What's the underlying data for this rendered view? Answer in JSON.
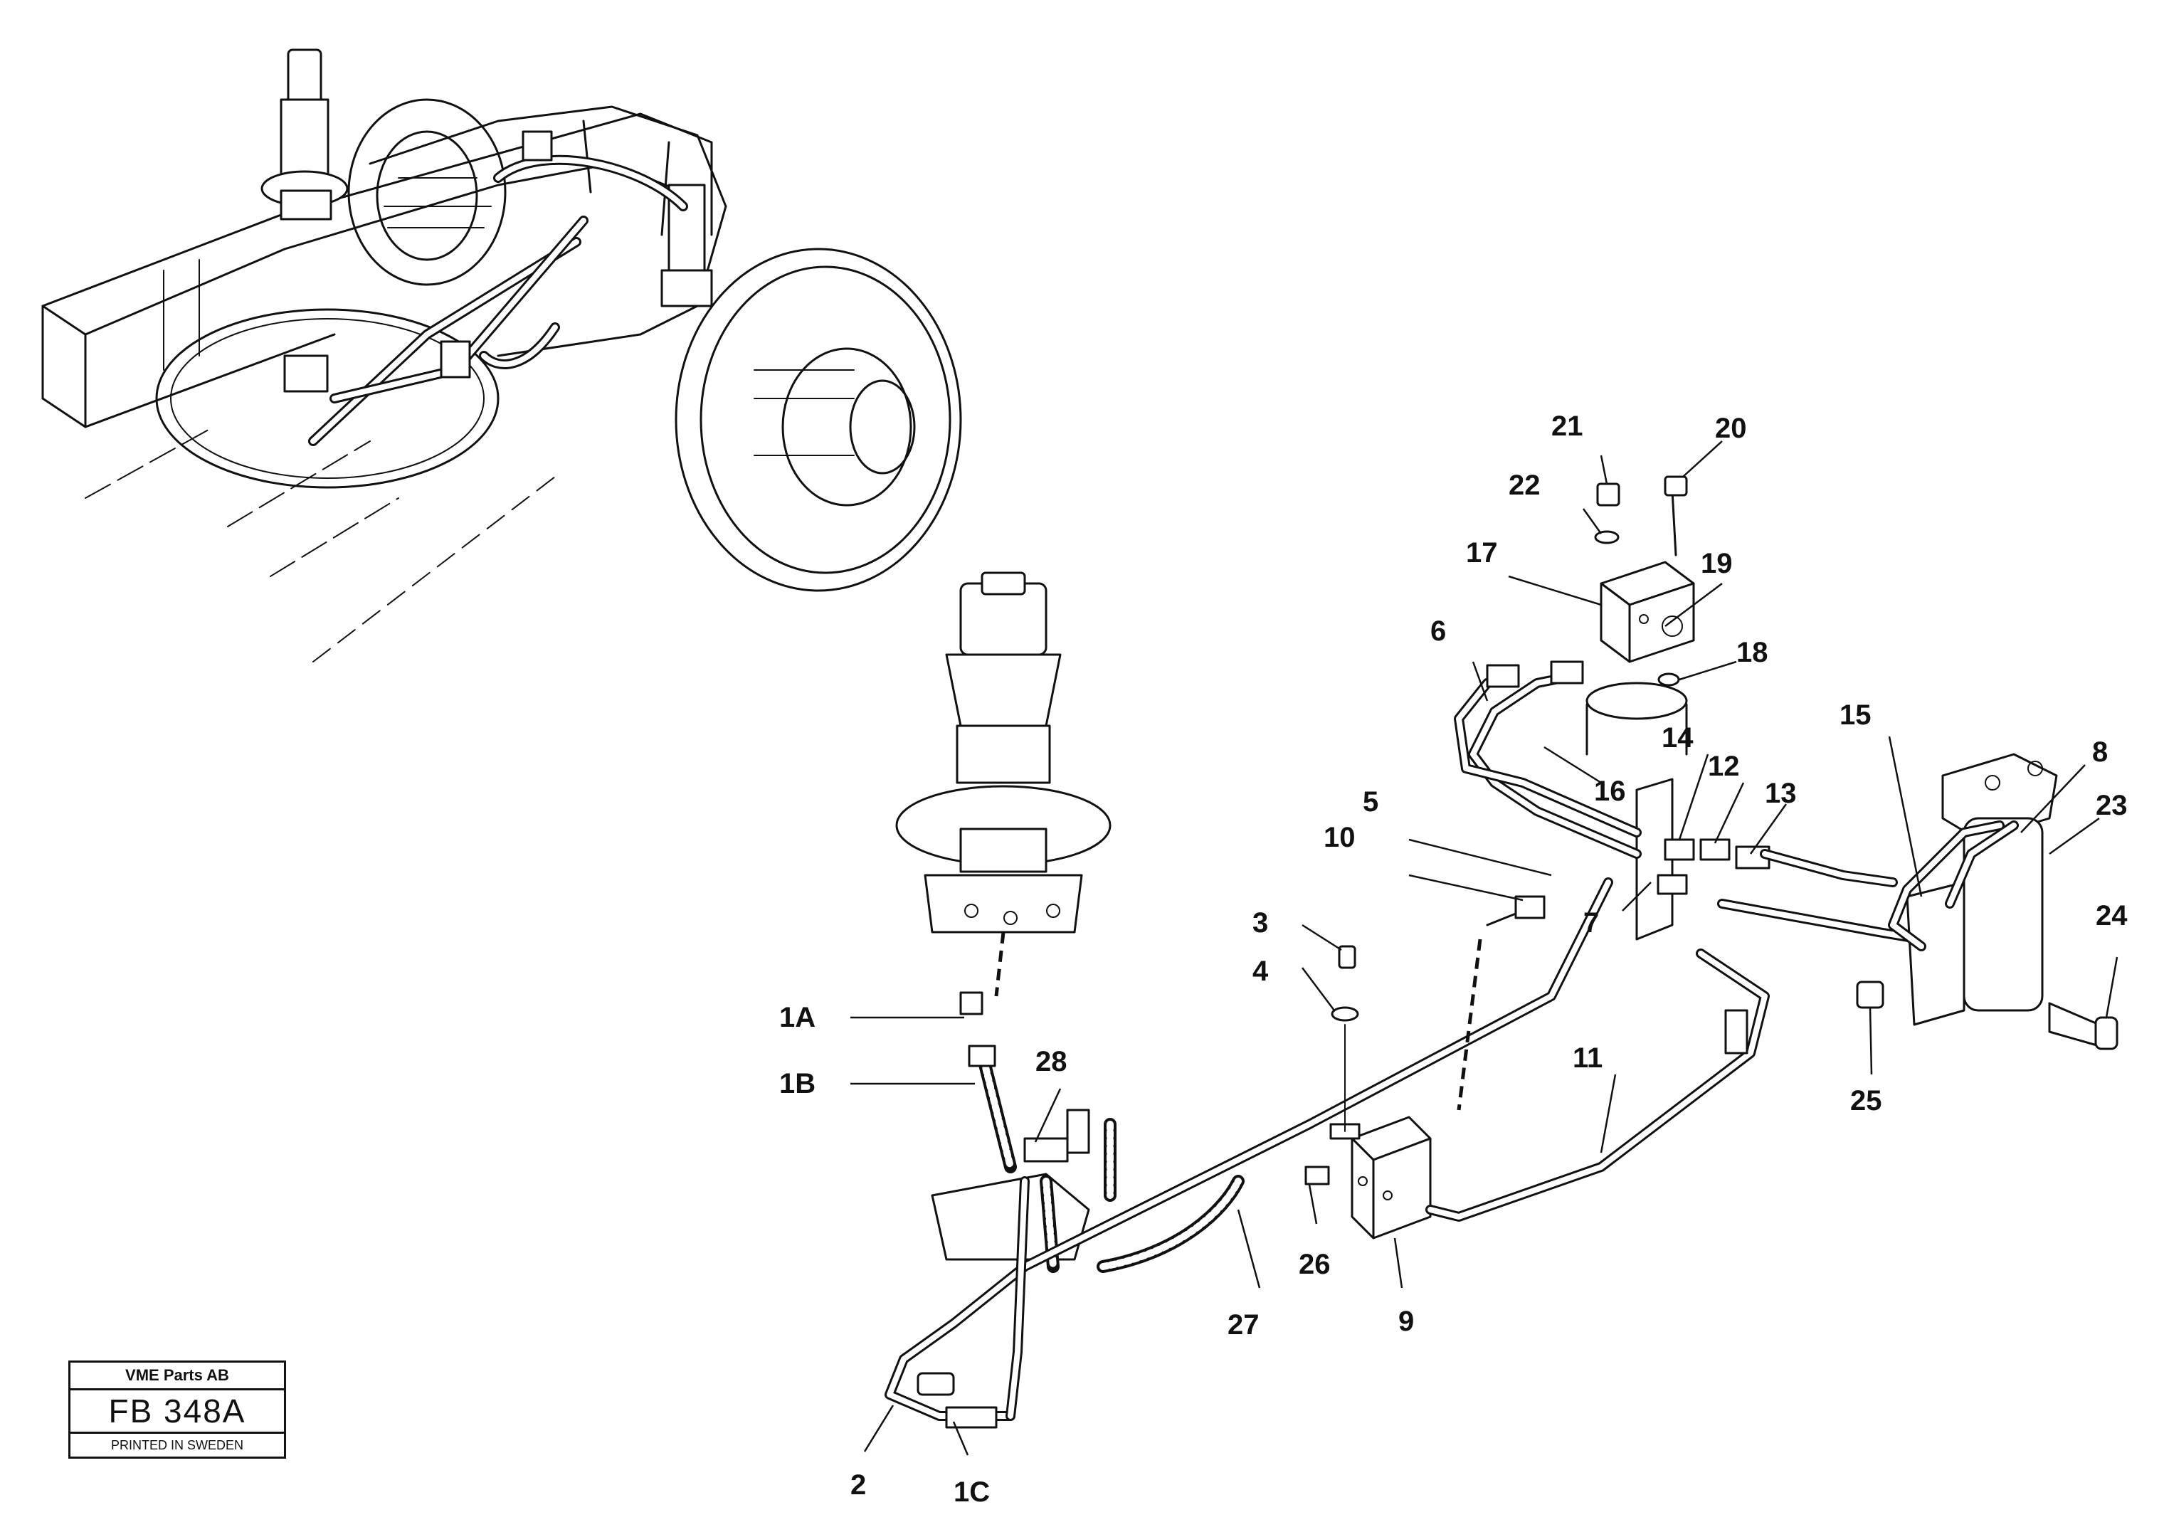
{
  "title_block": {
    "company": "VME Parts AB",
    "drawing_number": "FB 348A",
    "printed": "PRINTED IN SWEDEN"
  },
  "callouts": [
    {
      "id": "c1A",
      "text": "1A"
    },
    {
      "id": "c1B",
      "text": "1B"
    },
    {
      "id": "c1C",
      "text": "1C"
    },
    {
      "id": "c2",
      "text": "2"
    },
    {
      "id": "c3",
      "text": "3"
    },
    {
      "id": "c4",
      "text": "4"
    },
    {
      "id": "c5",
      "text": "5"
    },
    {
      "id": "c6",
      "text": "6"
    },
    {
      "id": "c7",
      "text": "7"
    },
    {
      "id": "c8",
      "text": "8"
    },
    {
      "id": "c9",
      "text": "9"
    },
    {
      "id": "c10",
      "text": "10"
    },
    {
      "id": "c11",
      "text": "11"
    },
    {
      "id": "c12",
      "text": "12"
    },
    {
      "id": "c13",
      "text": "13"
    },
    {
      "id": "c14",
      "text": "14"
    },
    {
      "id": "c15",
      "text": "15"
    },
    {
      "id": "c16",
      "text": "16"
    },
    {
      "id": "c17",
      "text": "17"
    },
    {
      "id": "c18",
      "text": "18"
    },
    {
      "id": "c19",
      "text": "19"
    },
    {
      "id": "c20",
      "text": "20"
    },
    {
      "id": "c21",
      "text": "21"
    },
    {
      "id": "c22",
      "text": "22"
    },
    {
      "id": "c23",
      "text": "23"
    },
    {
      "id": "c24",
      "text": "24"
    },
    {
      "id": "c25",
      "text": "25"
    },
    {
      "id": "c26",
      "text": "26"
    },
    {
      "id": "c27",
      "text": "27"
    },
    {
      "id": "c28",
      "text": "28"
    }
  ]
}
